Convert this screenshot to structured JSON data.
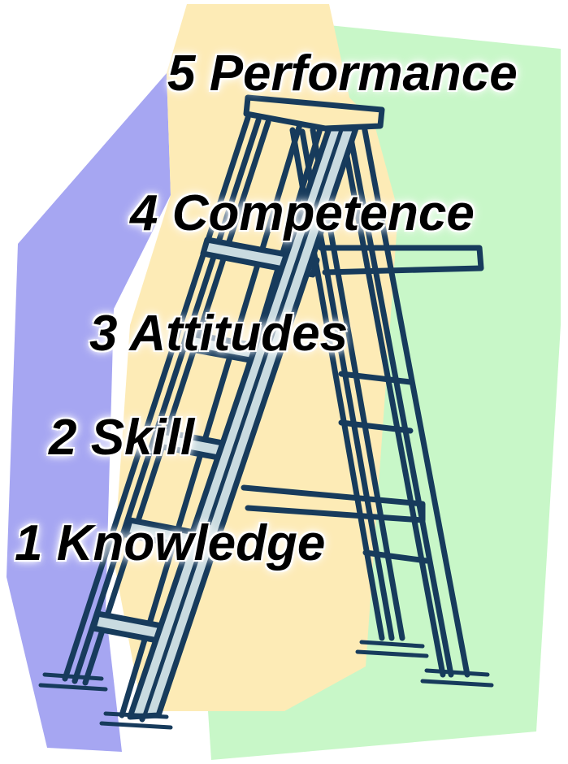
{
  "steps": [
    {
      "label": "5 Performance"
    },
    {
      "label": "4 Competence"
    },
    {
      "label": "3 Attitudes"
    },
    {
      "label": "2 Skill"
    },
    {
      "label": "1 Knowledge"
    }
  ],
  "colors": {
    "background": "#ffffff",
    "blue_panel": "#a6a6f2",
    "yellow_panel": "#fdebb6",
    "green_panel": "#c8f7c8",
    "ladder_outline": "#173b5c",
    "ladder_fill": "#c9dbe0",
    "text": "#000000",
    "text_glow": "#ffffff"
  },
  "icons": [
    "stepladder-illustration"
  ]
}
